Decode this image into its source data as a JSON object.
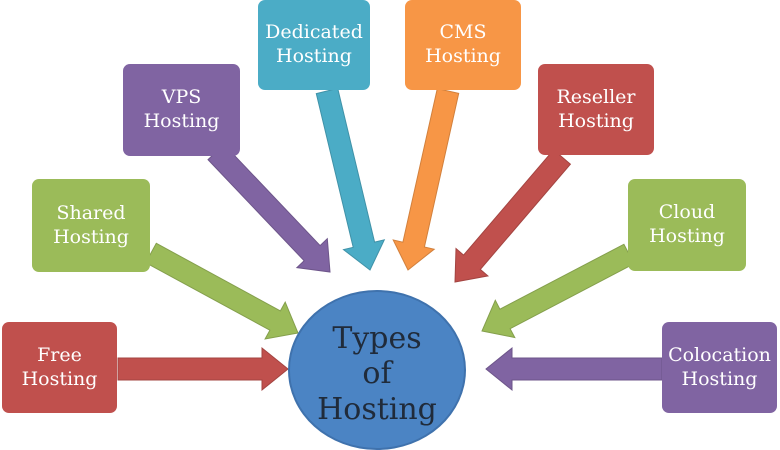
{
  "diagram": {
    "center_label": "Types\nof\nHosting",
    "nodes": [
      {
        "key": "free",
        "label": "Free\nHosting",
        "color": "#c0504d"
      },
      {
        "key": "shared",
        "label": "Shared\nHosting",
        "color": "#9bbb59"
      },
      {
        "key": "vps",
        "label": "VPS\nHosting",
        "color": "#8064a2"
      },
      {
        "key": "dedicated",
        "label": "Dedicated\nHosting",
        "color": "#4bacc6"
      },
      {
        "key": "cms",
        "label": "CMS\nHosting",
        "color": "#f79646"
      },
      {
        "key": "reseller",
        "label": "Reseller\nHosting",
        "color": "#c0504d"
      },
      {
        "key": "cloud",
        "label": "Cloud\nHosting",
        "color": "#9bbb59"
      },
      {
        "key": "colocation",
        "label": "Colocation\nHosting",
        "color": "#8064a2"
      }
    ]
  }
}
